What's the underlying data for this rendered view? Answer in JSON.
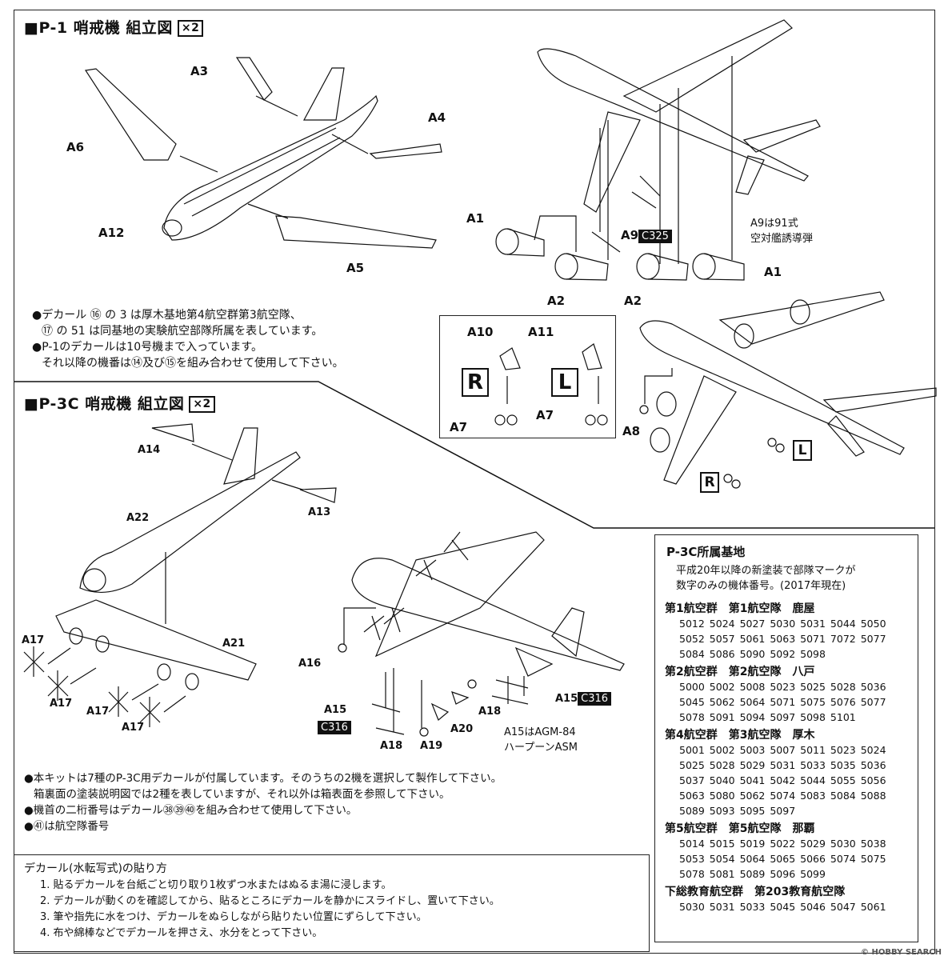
{
  "p1": {
    "title": "■P-1 哨戒機 組立図",
    "multiplier": "×2",
    "labels": {
      "a3": "A3",
      "a4": "A4",
      "a6": "A6",
      "a12": "A12",
      "a5": "A5",
      "a1a": "A1",
      "a1b": "A1",
      "a2a": "A2",
      "a2b": "A2",
      "a9": "A9"
    },
    "c325": "C325",
    "a9_note": [
      "A9は91式",
      "空対艦誘導弾"
    ],
    "notes": [
      "●デカール ⑯ の 3 は厚木基地第4航空群第3航空隊、",
      "⑰ の 51 は同基地の実験航空部隊所属を表しています。",
      "●P-1のデカールは10号機まで入っています。",
      "それ以降の機番は⑭及び⑮を組み合わせて使用して下さい。"
    ],
    "detail": {
      "a10": "A10",
      "a11": "A11",
      "r": "R",
      "l": "L",
      "a7a": "A7",
      "a7b": "A7"
    },
    "a8": "A8",
    "r_small": "R",
    "l_small": "L"
  },
  "p3c": {
    "title": "■P-3C 哨戒機 組立図",
    "multiplier": "×2",
    "labels": {
      "a14": "A14",
      "a13": "A13",
      "a22": "A22",
      "a21": "A21",
      "a17a": "A17",
      "a17b": "A17",
      "a17c": "A17",
      "a17d": "A17",
      "a16": "A16",
      "a15a": "A15",
      "a15b": "A15",
      "a18a": "A18",
      "a18b": "A18",
      "a19": "A19",
      "a20": "A20"
    },
    "c316a": "C316",
    "c316b": "C316",
    "a15_note": [
      "A15はAGM-84",
      "ハープーンASM"
    ],
    "notes": [
      "●本キットは7種のP-3C用デカールが付属しています。そのうちの2機を選択して製作して下さい。",
      "箱裏面の塗装説明図では2種を表していますが、それ以外は箱表面を参照して下さい。",
      "●機首の二桁番号はデカール㊳㊴㊵を組み合わせて使用して下さい。",
      "●㊶は航空隊番号"
    ]
  },
  "bases": {
    "title": "P-3C所属基地",
    "desc": [
      "平成20年以降の新塗装で部隊マークが",
      "数字のみの機体番号。(2017年現在)"
    ],
    "groups": [
      {
        "heading": "第1航空群　第1航空隊　鹿屋",
        "rows": [
          "5012 5024 5027 5030 5031 5044 5050",
          "5052 5057 5061 5063 5071 7072 5077",
          "5084 5086 5090 5092 5098"
        ]
      },
      {
        "heading": "第2航空群　第2航空隊　八戸",
        "rows": [
          "5000 5002 5008 5023 5025 5028 5036",
          "5045 5062 5064 5071 5075 5076 5077",
          "5078 5091 5094 5097 5098 5101"
        ]
      },
      {
        "heading": "第4航空群　第3航空隊　厚木",
        "rows": [
          "5001 5002 5003 5007 5011 5023 5024",
          "5025 5028 5029 5031 5033 5035 5036",
          "5037 5040 5041 5042 5044 5055 5056",
          "5063 5080 5062 5074 5083 5084 5088",
          "5089 5093 5095 5097"
        ]
      },
      {
        "heading": "第5航空群　第5航空隊　那覇",
        "rows": [
          "5014 5015 5019 5022 5029 5030 5038",
          "5053 5054 5064 5065 5066 5074 5075",
          "5078 5081 5089 5096 5099"
        ]
      },
      {
        "heading": "下総教育航空群　第203教育航空隊",
        "rows": [
          "5030 5031 5033 5045 5046 5047 5061"
        ]
      }
    ]
  },
  "decal": {
    "heading": "デカール(水転写式)の貼り方",
    "steps": [
      "1. 貼るデカールを台紙ごと切り取り1枚ずつ水またはぬるま湯に浸します。",
      "2. デカールが動くのを確認してから、貼るところにデカールを静かにスライドし、置いて下さい。",
      "3. 筆や指先に水をつけ、デカールをぬらしながら貼りたい位置にずらして下さい。",
      "4. 布や綿棒などでデカールを押さえ、水分をとって下さい。"
    ]
  },
  "watermark": "© HOBBY SEARCH"
}
